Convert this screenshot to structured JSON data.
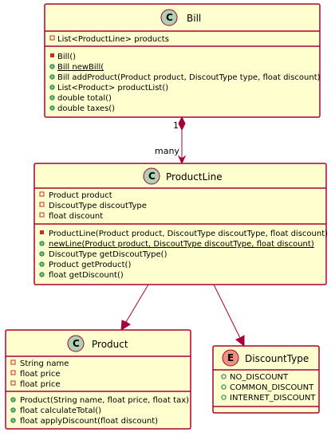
{
  "diagram": {
    "classes": {
      "bill": {
        "name": "Bill",
        "stereotype": "C",
        "fields": [
          {
            "vis": "private",
            "text": "List<ProductLine> products"
          }
        ],
        "methods": [
          {
            "vis": "private",
            "text": "Bill()"
          },
          {
            "vis": "public",
            "text": "Bill newBill(",
            "static": true
          },
          {
            "vis": "public",
            "text": "Bill addProduct(Product product, DiscoutType type, float discount)"
          },
          {
            "vis": "public",
            "text": "List<Product> productList()"
          },
          {
            "vis": "public",
            "text": "double total()"
          },
          {
            "vis": "public",
            "text": "double taxes()"
          }
        ]
      },
      "productline": {
        "name": "ProductLine",
        "stereotype": "C",
        "fields": [
          {
            "vis": "private",
            "text": "Product product"
          },
          {
            "vis": "private",
            "text": "DiscoutType discoutType"
          },
          {
            "vis": "private",
            "text": "float discount"
          }
        ],
        "methods": [
          {
            "vis": "private",
            "text": "ProductLine(Product product, DiscoutType discoutType, float discount)"
          },
          {
            "vis": "public",
            "text": "newLine(Product product, DiscoutType discoutType, float discount)",
            "static": true
          },
          {
            "vis": "public",
            "text": "DiscoutType getDiscoutType()"
          },
          {
            "vis": "public",
            "text": "Product getProduct()"
          },
          {
            "vis": "public",
            "text": "float getDiscount()"
          }
        ]
      },
      "product": {
        "name": "Product",
        "stereotype": "C",
        "fields": [
          {
            "vis": "private",
            "text": "String name"
          },
          {
            "vis": "private",
            "text": "float price"
          },
          {
            "vis": "private",
            "text": "float price"
          }
        ],
        "methods": [
          {
            "vis": "public",
            "text": "Product(String name, float price, float tax)"
          },
          {
            "vis": "public",
            "text": "float calculateTotal()"
          },
          {
            "vis": "public",
            "text": "float applyDiscount(float discount)"
          }
        ]
      },
      "discounttype": {
        "name": "DiscountType",
        "stereotype": "E",
        "fields": [
          {
            "vis": "public",
            "text": "NO_DISCOUNT"
          },
          {
            "vis": "public",
            "text": "COMMON_DISCOUNT"
          },
          {
            "vis": "public",
            "text": "INTERNET_DISCOUNT"
          }
        ],
        "methods": []
      }
    },
    "relations": {
      "bill_to_productline": {
        "type": "composition",
        "source_mult": "1",
        "target_mult": "many"
      },
      "productline_to_product": {
        "type": "association"
      },
      "productline_to_discounttype": {
        "type": "association"
      }
    },
    "colors": {
      "box_fill": "#fefece",
      "border": "#a80036",
      "class_badge": "#add1b2",
      "enum_badge": "#eb937f",
      "private_marker": "#c82930",
      "public_marker": "#038048"
    }
  }
}
